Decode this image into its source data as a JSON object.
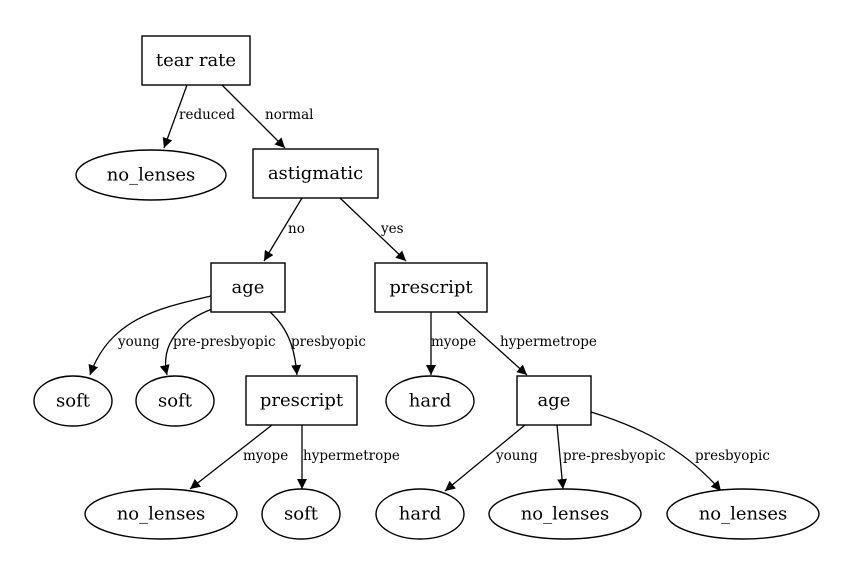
{
  "diagram": {
    "nodes": {
      "tear_rate": "tear rate",
      "leaf_no_lenses_1": "no_lenses",
      "astigmatic": "astigmatic",
      "age_1": "age",
      "prescript_1": "prescript",
      "leaf_soft_1": "soft",
      "leaf_soft_2": "soft",
      "prescript_2": "prescript",
      "leaf_hard_1": "hard",
      "age_2": "age",
      "leaf_no_lenses_2": "no_lenses",
      "leaf_soft_3": "soft",
      "leaf_hard_2": "hard",
      "leaf_no_lenses_3": "no_lenses",
      "leaf_no_lenses_4": "no_lenses"
    },
    "edges": {
      "reduced": "reduced",
      "normal": "normal",
      "no": "no",
      "yes": "yes",
      "young_1": "young",
      "pre_presbyopic_1": "pre-presbyopic",
      "presbyopic_1": "presbyopic",
      "myope_1": "myope",
      "hypermetrope_1": "hypermetrope",
      "myope_2": "myope",
      "hypermetrope_2": "hypermetrope",
      "young_2": "young",
      "pre_presbyopic_2": "pre-presbyopic",
      "presbyopic_2": "presbyopic"
    }
  }
}
